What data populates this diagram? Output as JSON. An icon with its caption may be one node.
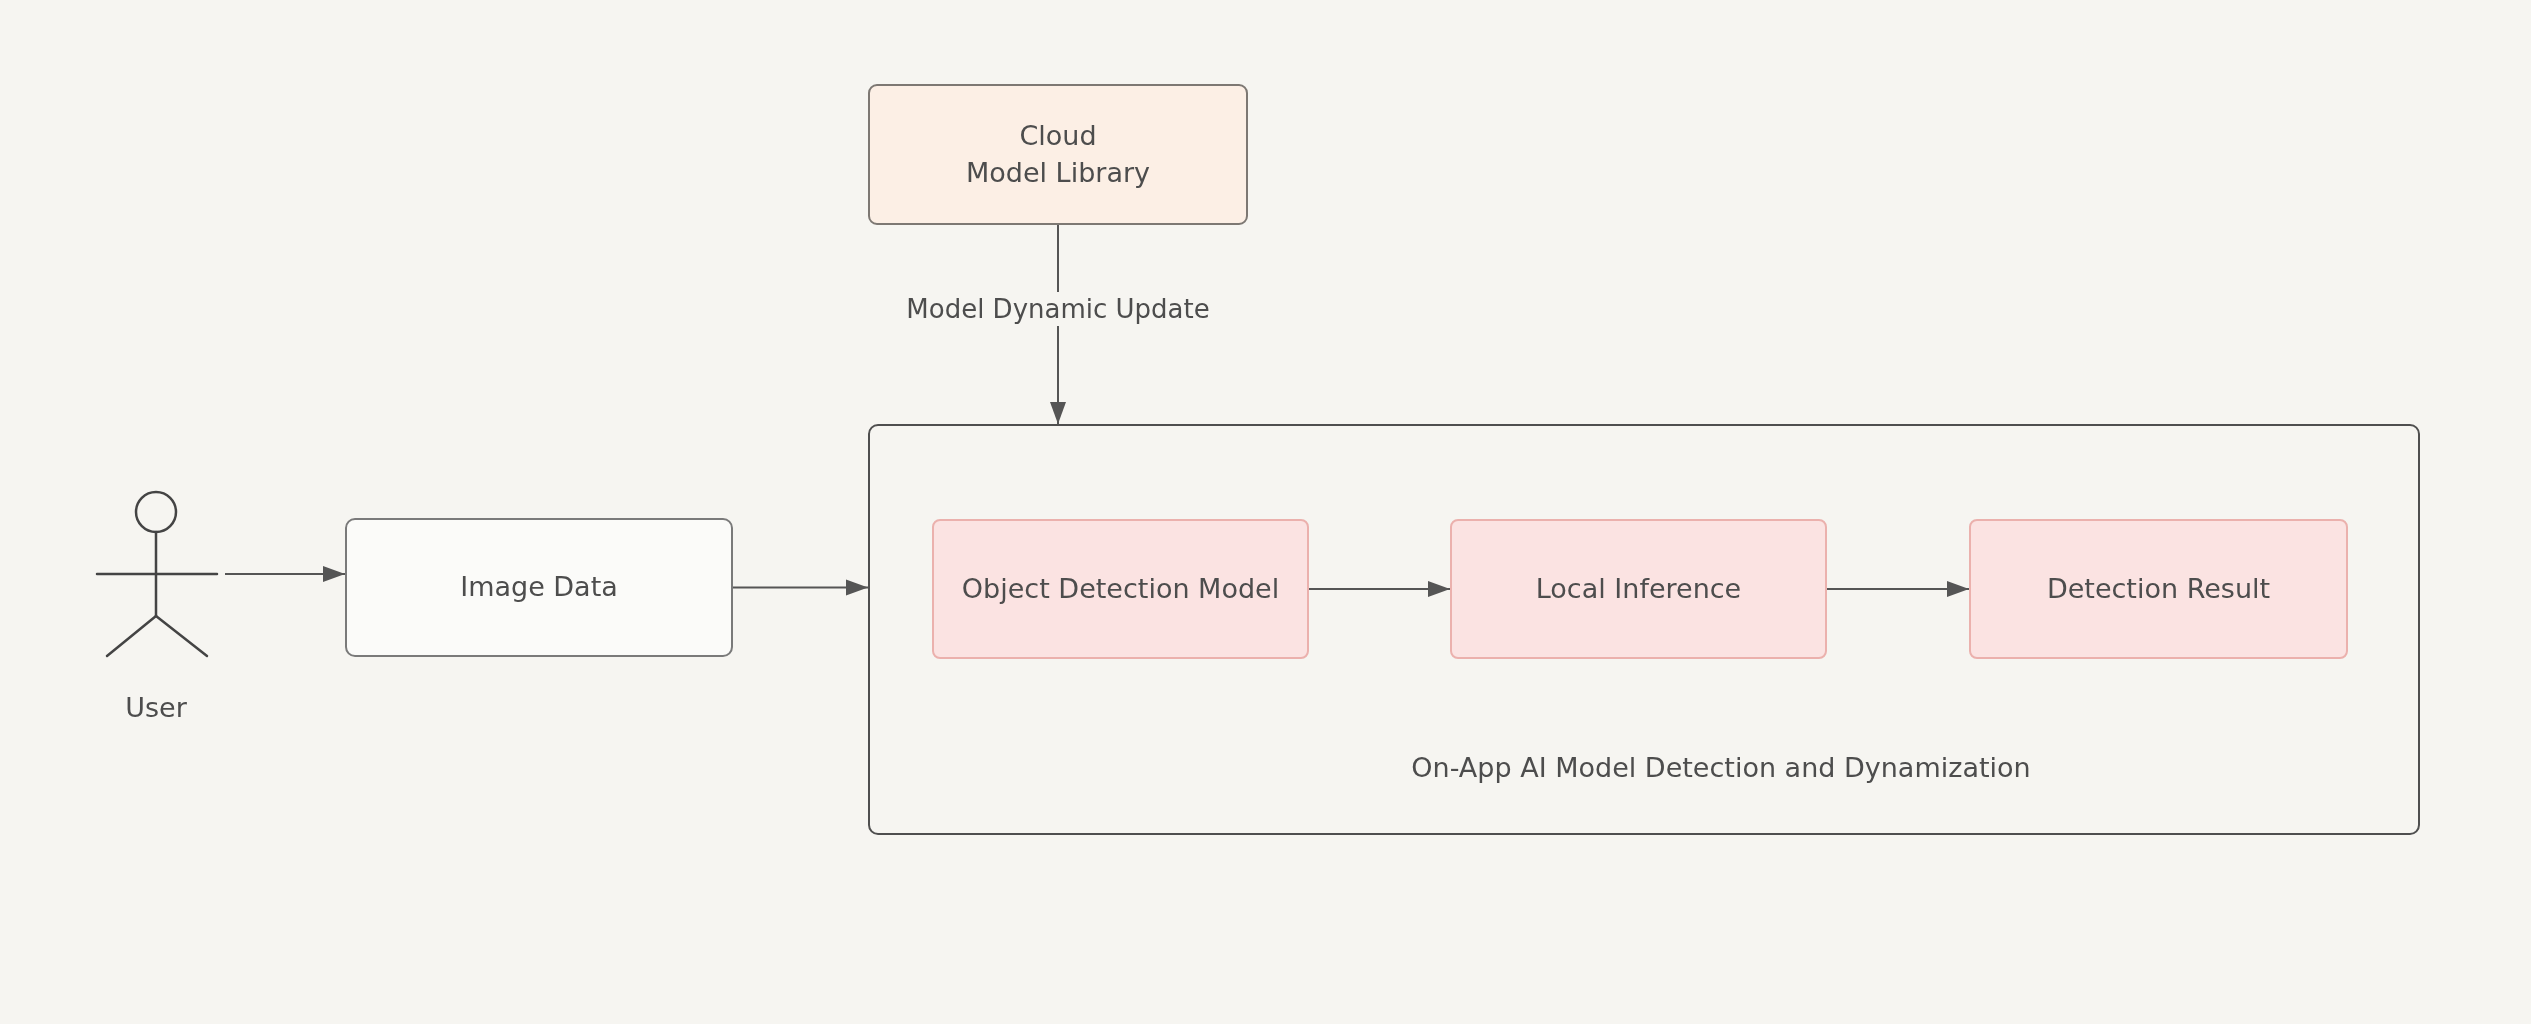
{
  "diagram": {
    "nodes": [
      {
        "text": [
          "Cloud",
          "Model Library"
        ]
      },
      {
        "text": [],
        "shape": "person",
        "beside": [
          "User"
        ]
      },
      {
        "text": [
          "Image Data"
        ]
      },
      {
        "text": [
          "On-App AI Model Detection and Dynamization"
        ]
      },
      {
        "text": [
          "Object Detection Model"
        ],
        "in": 3
      },
      {
        "text": [
          "Local Inference"
        ],
        "in": 3
      },
      {
        "text": [
          "Detection Result"
        ],
        "in": 3
      }
    ],
    "edges": [
      {
        "from": 0,
        "to": 3,
        "arrow": "to",
        "label": "Model Dynamic Update"
      },
      {
        "from": 1,
        "to": 2,
        "arrow": "to"
      },
      {
        "from": 2,
        "to": 3,
        "arrow": "to"
      },
      {
        "from": 4,
        "to": 5,
        "arrow": "to"
      },
      {
        "from": 5,
        "to": 6,
        "arrow": "to"
      }
    ]
  }
}
